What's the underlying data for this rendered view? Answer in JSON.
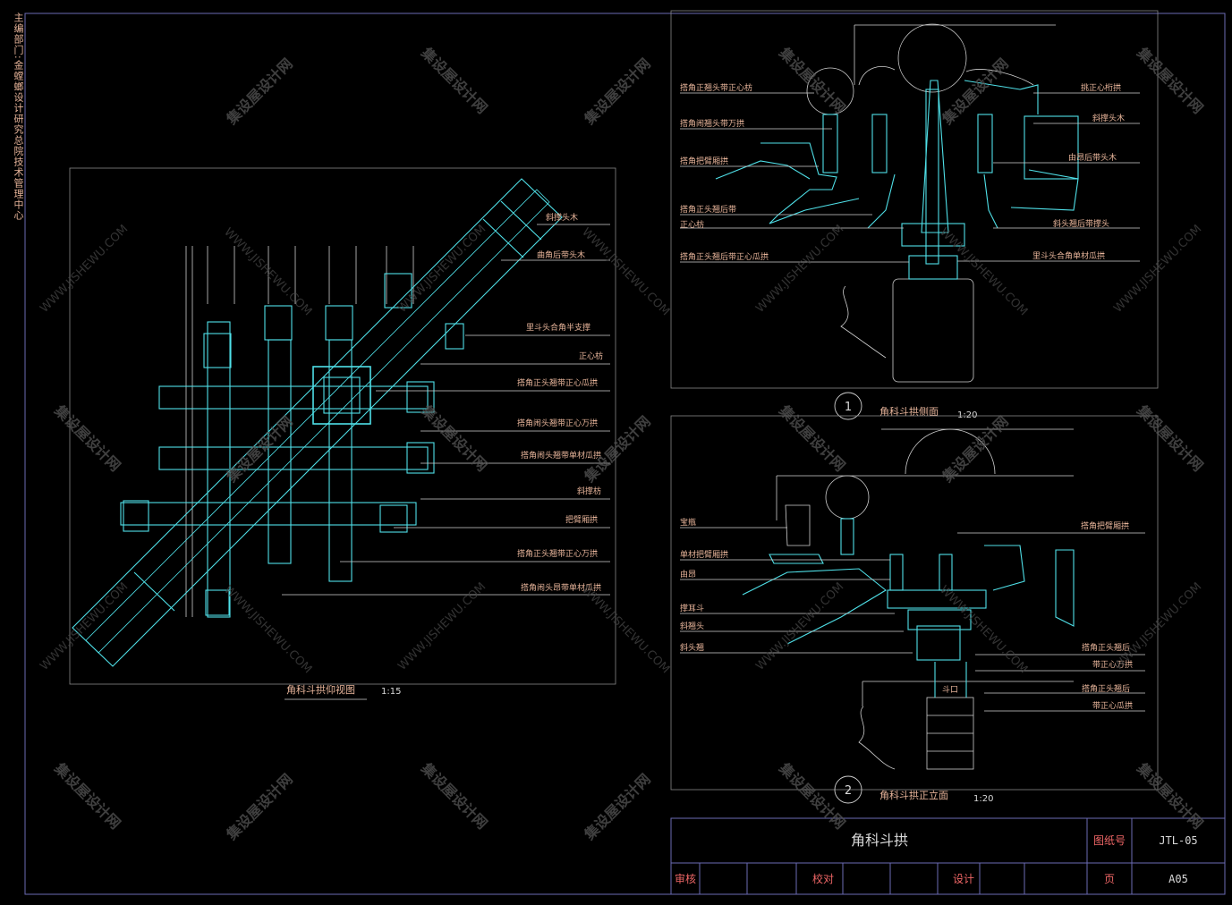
{
  "sidebar_note": "主编部门:金螳螂设计研究总院技术管理中心",
  "plan_view": {
    "title": "角科斗拱仰视图",
    "scale": "1:15",
    "labels": [
      "斜撑头木",
      "曲角后带头木",
      "里斗头合角半支撑",
      "正心枋",
      "搭角正头翘带正心瓜拱",
      "搭角闹头翘带正心万拱",
      "搭角闹头翘带单材瓜拱",
      "斜撑枋",
      "把臂厢拱",
      "搭角正头翘带正心万拱",
      "搭角闹头昂带单材瓜拱"
    ]
  },
  "section_view": {
    "number": "1",
    "title": "角科斗拱侧面",
    "scale": "1:20",
    "labels_left": [
      "搭角正翘头带正心枋",
      "搭角闹翘头带万拱",
      "搭角把臂厢拱",
      "搭角正头翘后带",
      "正心枋",
      "搭角正头翘后带正心瓜拱"
    ],
    "labels_right": [
      "挑正心桁拱",
      "斜撑头木",
      "由昂后带头木",
      "斜头翘后带撑头",
      "里斗头合角单材瓜拱"
    ]
  },
  "elevation_view": {
    "number": "2",
    "title": "角科斗拱正立面",
    "scale": "1:20",
    "labels_left": [
      "宝瓶",
      "单材把臂厢拱",
      "由昂",
      "撑耳斗",
      "斜翘头",
      "斜头翘"
    ],
    "labels_right": [
      "搭角把臂厢拱",
      "搭角正头翘后",
      "带正心万拱",
      "搭角正头翘后",
      "带正心瓜拱"
    ],
    "label_bottom": "斗口"
  },
  "title_block": {
    "drawing_name": "角科斗拱",
    "drawing_no_label": "图纸号",
    "drawing_no": "JTL-05",
    "review_label": "审核",
    "proofread_label": "校对",
    "design_label": "设计",
    "page_label": "页",
    "page_no": "A05"
  },
  "watermarks": {
    "cn": "集设屋设计网",
    "en": "WWW.JISHEWU.COM"
  },
  "colors": {
    "outline": "#4fe0e8",
    "frame": "#6b6bb5",
    "lines": "#cfcfcf",
    "labels": "#e7b49a"
  }
}
